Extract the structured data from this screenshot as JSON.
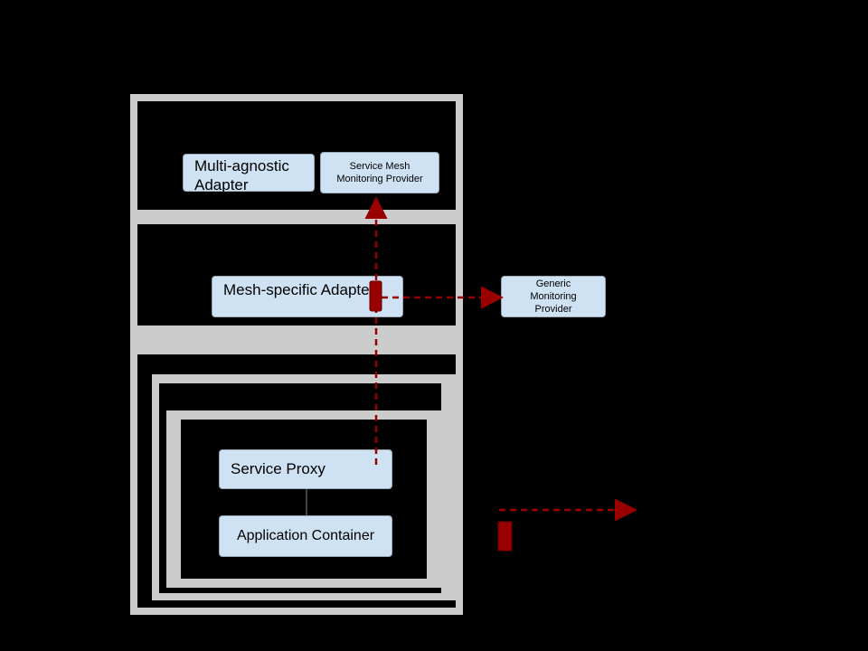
{
  "diagram": {
    "boxes": {
      "multi_agnostic_adapter": "Multi-agnostic Adapter",
      "service_mesh_monitoring_provider": "Service Mesh Monitoring Provider",
      "mesh_specific_adapter": "Mesh-specific Adapter",
      "generic_monitoring_provider": "Generic Monitoring Provider",
      "service_proxy": "Service Proxy",
      "application_container": "Application Container"
    },
    "colors": {
      "frame": "#cccccc",
      "box_fill": "#cfe2f3",
      "flow": "#990000",
      "background": "#000000"
    }
  }
}
